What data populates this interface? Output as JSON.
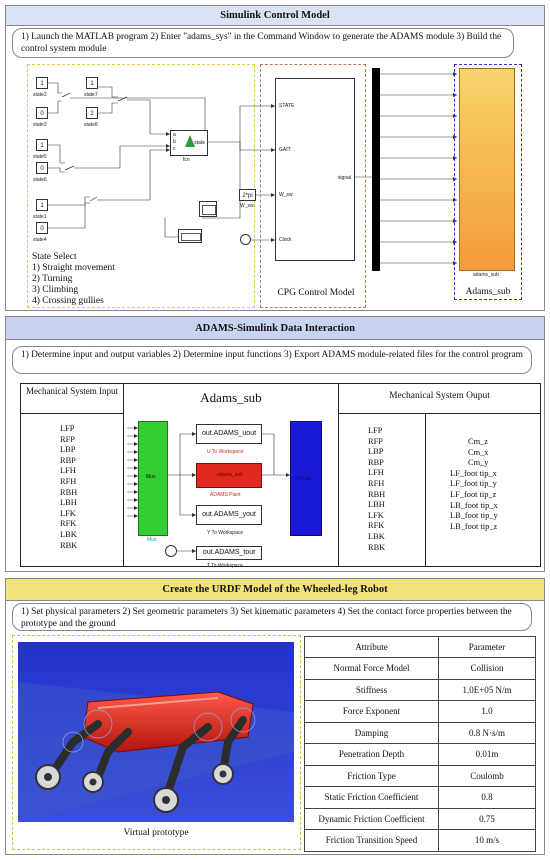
{
  "section1": {
    "title": "Simulink Control Model",
    "note": "1)  Launch the MATLAB program  2)  Enter \"adams_sys\" in the Command Window to generate the ADAMS module 3) Build the control system module",
    "state_blocks": [
      {
        "value": "1",
        "label": "state2"
      },
      {
        "value": "0",
        "label": "state3"
      },
      {
        "value": "1",
        "label": "state7"
      },
      {
        "value": "2",
        "label": "state8"
      },
      {
        "value": "1",
        "label": "state5"
      },
      {
        "value": "0",
        "label": "state6"
      },
      {
        "value": "1",
        "label": "state1"
      },
      {
        "value": "0",
        "label": "state4"
      }
    ],
    "fcn_ports": [
      "a",
      "b",
      "c"
    ],
    "fcn_out": "state",
    "fcn_name": "fcn",
    "state_select": [
      "State Select",
      "1) Straight movement",
      "2) Turning",
      "3) Climbing",
      "4) Crossing gullies"
    ],
    "cpg_ports": [
      "STATE",
      "GAIT",
      "W_sw",
      "Clock"
    ],
    "cpg_out": "signal",
    "gain_value": "2*pi",
    "gain_label": "W_sw",
    "cpg_title": "CPG Control Model",
    "adams_block_label": "adams_sub",
    "adams_title": "Adams_sub"
  },
  "section2": {
    "title": "ADAMS-Simulink Data Interaction",
    "note": "1) Determine input and output variables 2) Determine input functions 3) Export ADAMS module-related files for the control program",
    "input_title": "Mechanical System Input",
    "inputs": [
      "LFP",
      "RFP",
      "LBP",
      "RBP",
      "LFH",
      "RFH",
      "RBH",
      "LBH",
      "LFK",
      "RFK",
      "LBK",
      "RBK"
    ],
    "subsystem_title": "Adams_sub",
    "mux_label": "Mux",
    "mux_caption": "Mux",
    "out1": "out.ADAMS_uout",
    "out1_caption": "U To Workspace",
    "plant_label": "adams_sub",
    "plant_caption": "ADAMS Plant",
    "out2": "out.ADAMS_yout",
    "out2_caption": "Y To Workspace",
    "out3": "out.ADAMS_tout",
    "out3_caption": "T To Workspace",
    "demux_label": "Demux",
    "output_title": "Mechanical System Ouput",
    "outputs_left": [
      "LFP",
      "RFP",
      "LBP",
      "RBP",
      "LFH",
      "RFH",
      "RBH",
      "LBH",
      "LFK",
      "RFK",
      "LBK",
      "RBK"
    ],
    "outputs_right": [
      "Cm_z",
      "Cm_x",
      "Cm_y",
      "LF_foot tip_x",
      "LF_foot tip_y",
      "LF_foot tip_z",
      "LB_foot tip_x",
      "LB_foot tip_y",
      "LB_foot tip_z"
    ]
  },
  "section3": {
    "title": "Create the URDF Model of the Wheeled-leg Robot",
    "note": "1) Set physical parameters 2) Set geometric parameters 3) Set kinematic parameters 4) Set the contact force properties between the prototype and the ground",
    "caption": "Virtual prototype",
    "table_header": [
      "Attribute",
      "Parameter"
    ],
    "table_rows": [
      [
        "Normal Force Model",
        "Collision"
      ],
      [
        "Stiffness",
        "1.0E+05 N/m"
      ],
      [
        "Force Exponent",
        "1.0"
      ],
      [
        "Damping",
        "0.8 N·s/m"
      ],
      [
        "Penetration Depth",
        "0.01m"
      ],
      [
        "Friction Type",
        "Coulomb"
      ],
      [
        "Static Friction Coefficient",
        "0.8"
      ],
      [
        "Dynamic Friction Coefficient",
        "0.75"
      ],
      [
        "Friction Transition Speed",
        "10 m/s"
      ]
    ]
  },
  "colors": {
    "section1_header": "#d9e3f5",
    "section2_header": "#c9d3f0",
    "section3_header": "#f2e27a",
    "mux": "#33cc33",
    "plant": "#e0291f",
    "demux": "#1a1ad6",
    "adams_block": "#f5a94a",
    "blue_sky": "#2233cc"
  }
}
